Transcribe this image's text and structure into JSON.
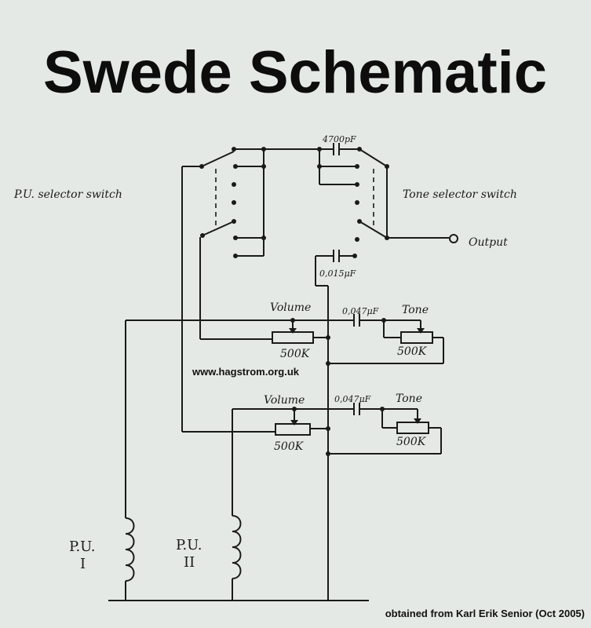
{
  "title": "Swede Schematic",
  "labels": {
    "pu_selector": "P.U. selector switch",
    "tone_selector": "Tone selector switch",
    "output": "Output",
    "cap_top": "4700pF",
    "cap_mid": "0,015μF",
    "cap_vol1": "0,047μF",
    "cap_vol2": "0,047μF",
    "volume1": "Volume",
    "volume2": "Volume",
    "tone1": "Tone",
    "tone2": "Tone",
    "pot_vol1": "500K",
    "pot_tone1": "500K",
    "pot_vol2": "500K",
    "pot_tone2": "500K",
    "pu1_name": "P.U.",
    "pu1_num": "I",
    "pu2_name": "P.U.",
    "pu2_num": "II",
    "website": "www.hagstrom.org.uk",
    "credit": "obtained from Karl Erik Senior (Oct 2005)"
  },
  "colors": {
    "ink": "#1a1a1a",
    "paper": "#e4e9e6"
  }
}
